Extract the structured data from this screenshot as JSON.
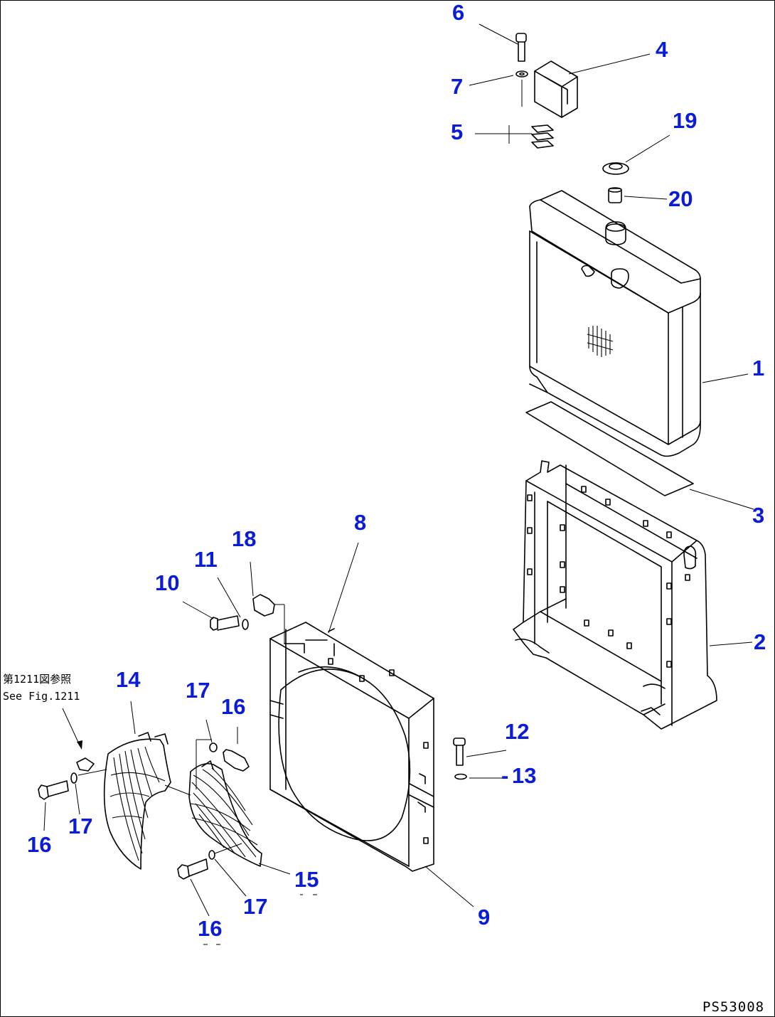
{
  "callouts": {
    "c1": "1",
    "c2": "2",
    "c3": "3",
    "c4": "4",
    "c5": "5",
    "c6": "6",
    "c7": "7",
    "c8": "8",
    "c9": "9",
    "c10": "10",
    "c11": "11",
    "c12": "12",
    "c13": "13",
    "c14": "14",
    "c15": "15",
    "c16a": "16",
    "c16b": "16",
    "c16c": "16",
    "c17a": "17",
    "c17b": "17",
    "c17c": "17",
    "c18": "18",
    "c19": "19",
    "c20": "20"
  },
  "reference_note": {
    "line1": "第1211図参照",
    "line2": "See Fig.1211"
  },
  "drawing_code": "PS53008"
}
